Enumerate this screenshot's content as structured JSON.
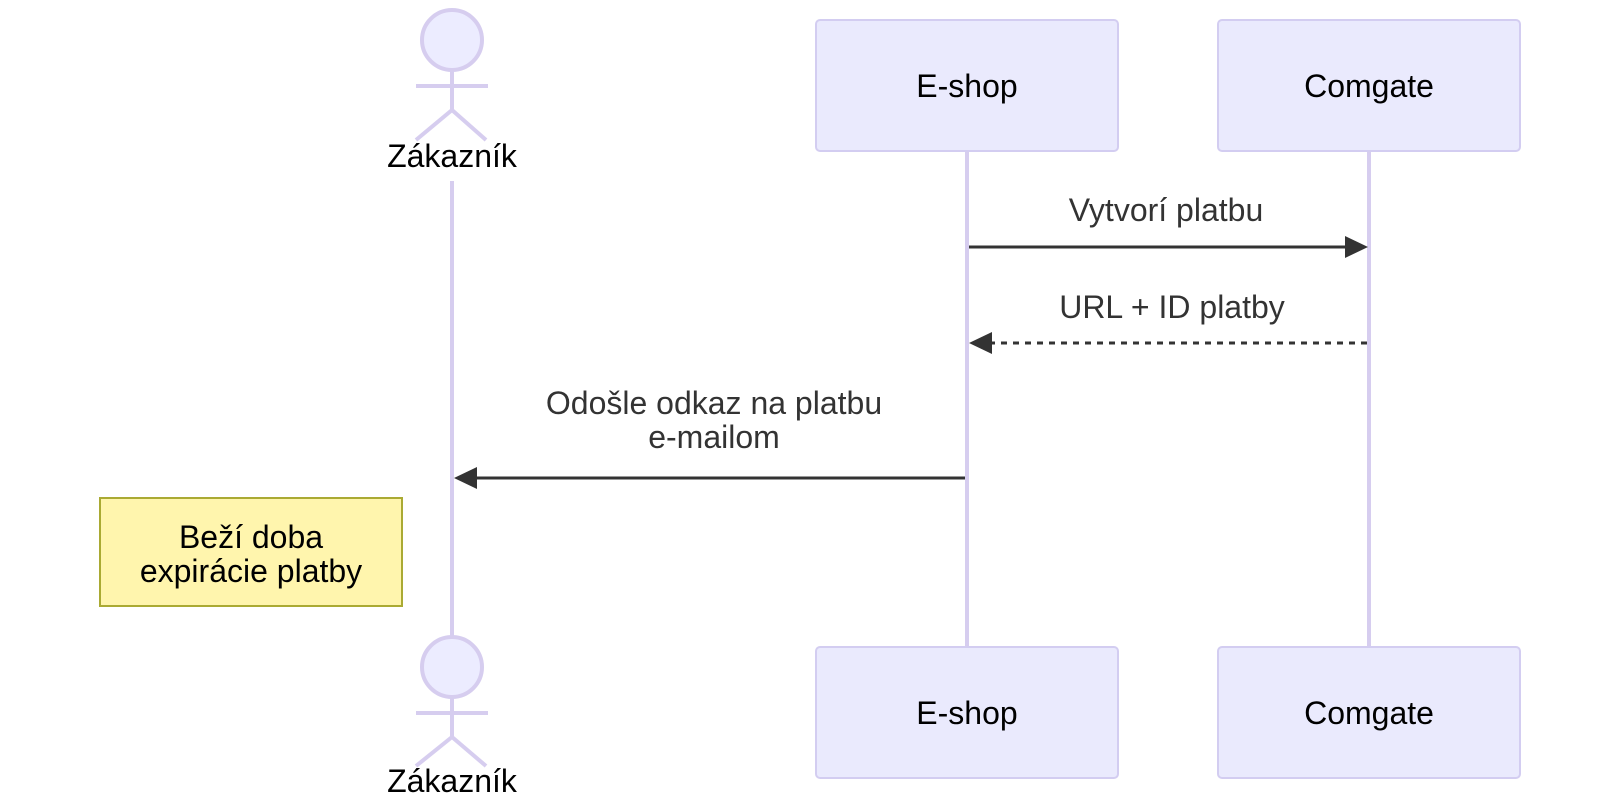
{
  "participants": {
    "customer": "Zákazník",
    "eshop": "E-shop",
    "comgate": "Comgate"
  },
  "messages": [
    {
      "from": "E-shop",
      "to": "Comgate",
      "style": "solid",
      "lines": [
        "Vytvorí platbu"
      ]
    },
    {
      "from": "Comgate",
      "to": "E-shop",
      "style": "dashed",
      "lines": [
        "URL + ID platby"
      ]
    },
    {
      "from": "E-shop",
      "to": "Zákazník",
      "style": "solid",
      "lines": [
        "Odošle odkaz na platbu",
        "e-mailom"
      ]
    }
  ],
  "note": {
    "lines": [
      "Beží doba",
      "expirácie platby"
    ],
    "fill": "#fff5ad",
    "border": "#aaaa33"
  },
  "colors": {
    "participant_fill": "#eaeafd",
    "participant_border": "#d3cdf1",
    "lifeline": "#d6cdef",
    "arrow": "#333333"
  }
}
